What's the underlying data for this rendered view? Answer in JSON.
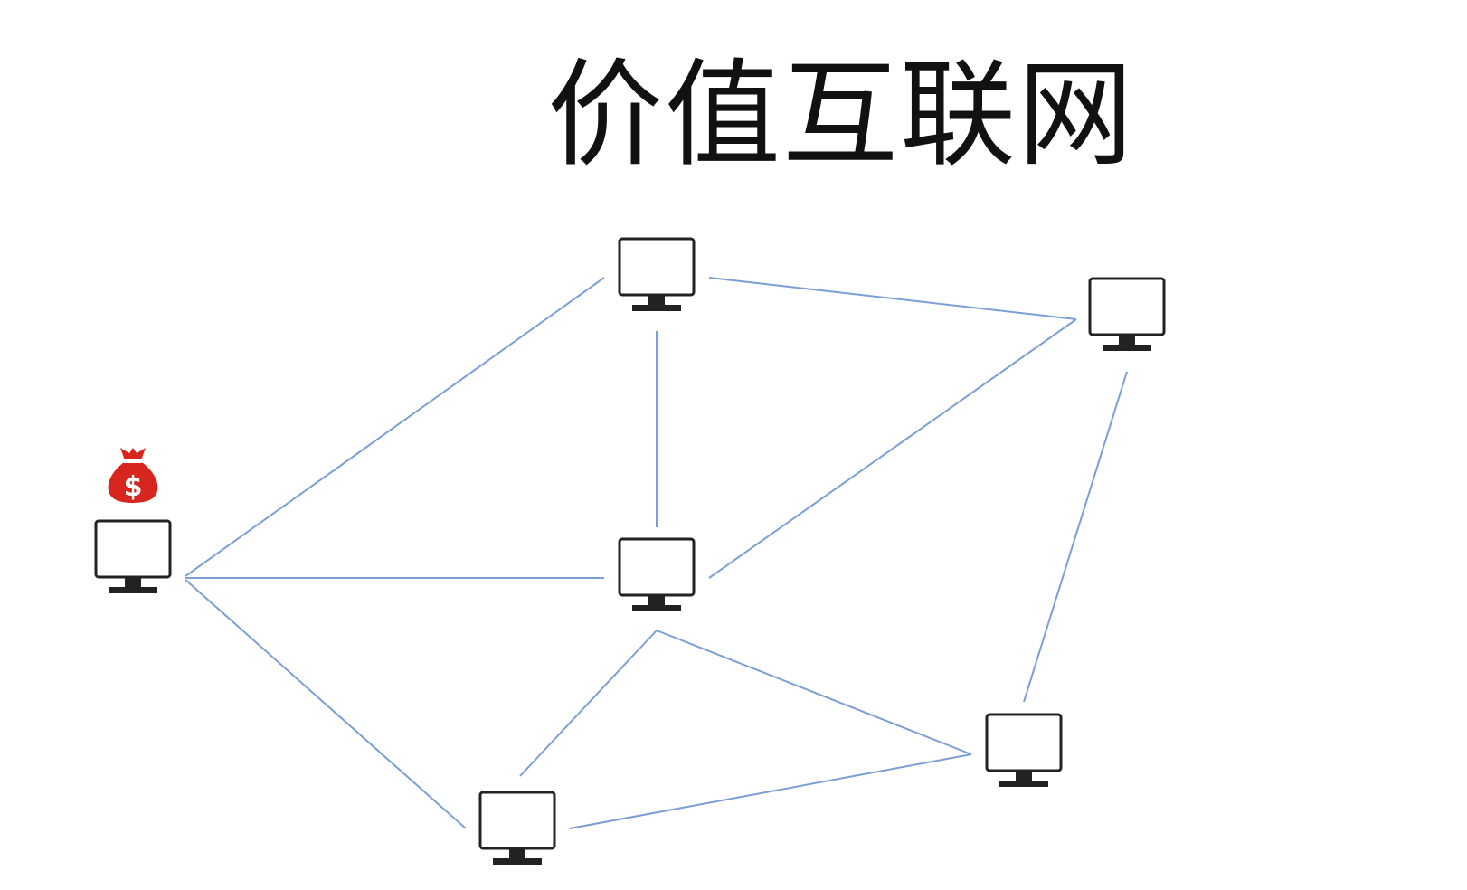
{
  "title": "价值互联网",
  "colors": {
    "edge": "#7b9fd4",
    "node": "#222222",
    "money_bag": "#d7261e",
    "background": "#ffffff"
  },
  "nodes": [
    {
      "id": "left",
      "icon": "computer-icon",
      "has_money": true
    },
    {
      "id": "top",
      "icon": "computer-icon",
      "has_money": false
    },
    {
      "id": "right-top",
      "icon": "computer-icon",
      "has_money": false
    },
    {
      "id": "center",
      "icon": "computer-icon",
      "has_money": false
    },
    {
      "id": "bottom-right",
      "icon": "computer-icon",
      "has_money": false
    },
    {
      "id": "bottom",
      "icon": "computer-icon",
      "has_money": false
    }
  ],
  "edges": [
    {
      "from": "left",
      "to": "top"
    },
    {
      "from": "left",
      "to": "center"
    },
    {
      "from": "left",
      "to": "bottom"
    },
    {
      "from": "top",
      "to": "center"
    },
    {
      "from": "top",
      "to": "right-top"
    },
    {
      "from": "center",
      "to": "right-top"
    },
    {
      "from": "right-top",
      "to": "bottom-right"
    },
    {
      "from": "center",
      "to": "bottom"
    },
    {
      "from": "center",
      "to": "bottom-right"
    },
    {
      "from": "bottom",
      "to": "bottom-right"
    }
  ],
  "money_symbol": "$"
}
